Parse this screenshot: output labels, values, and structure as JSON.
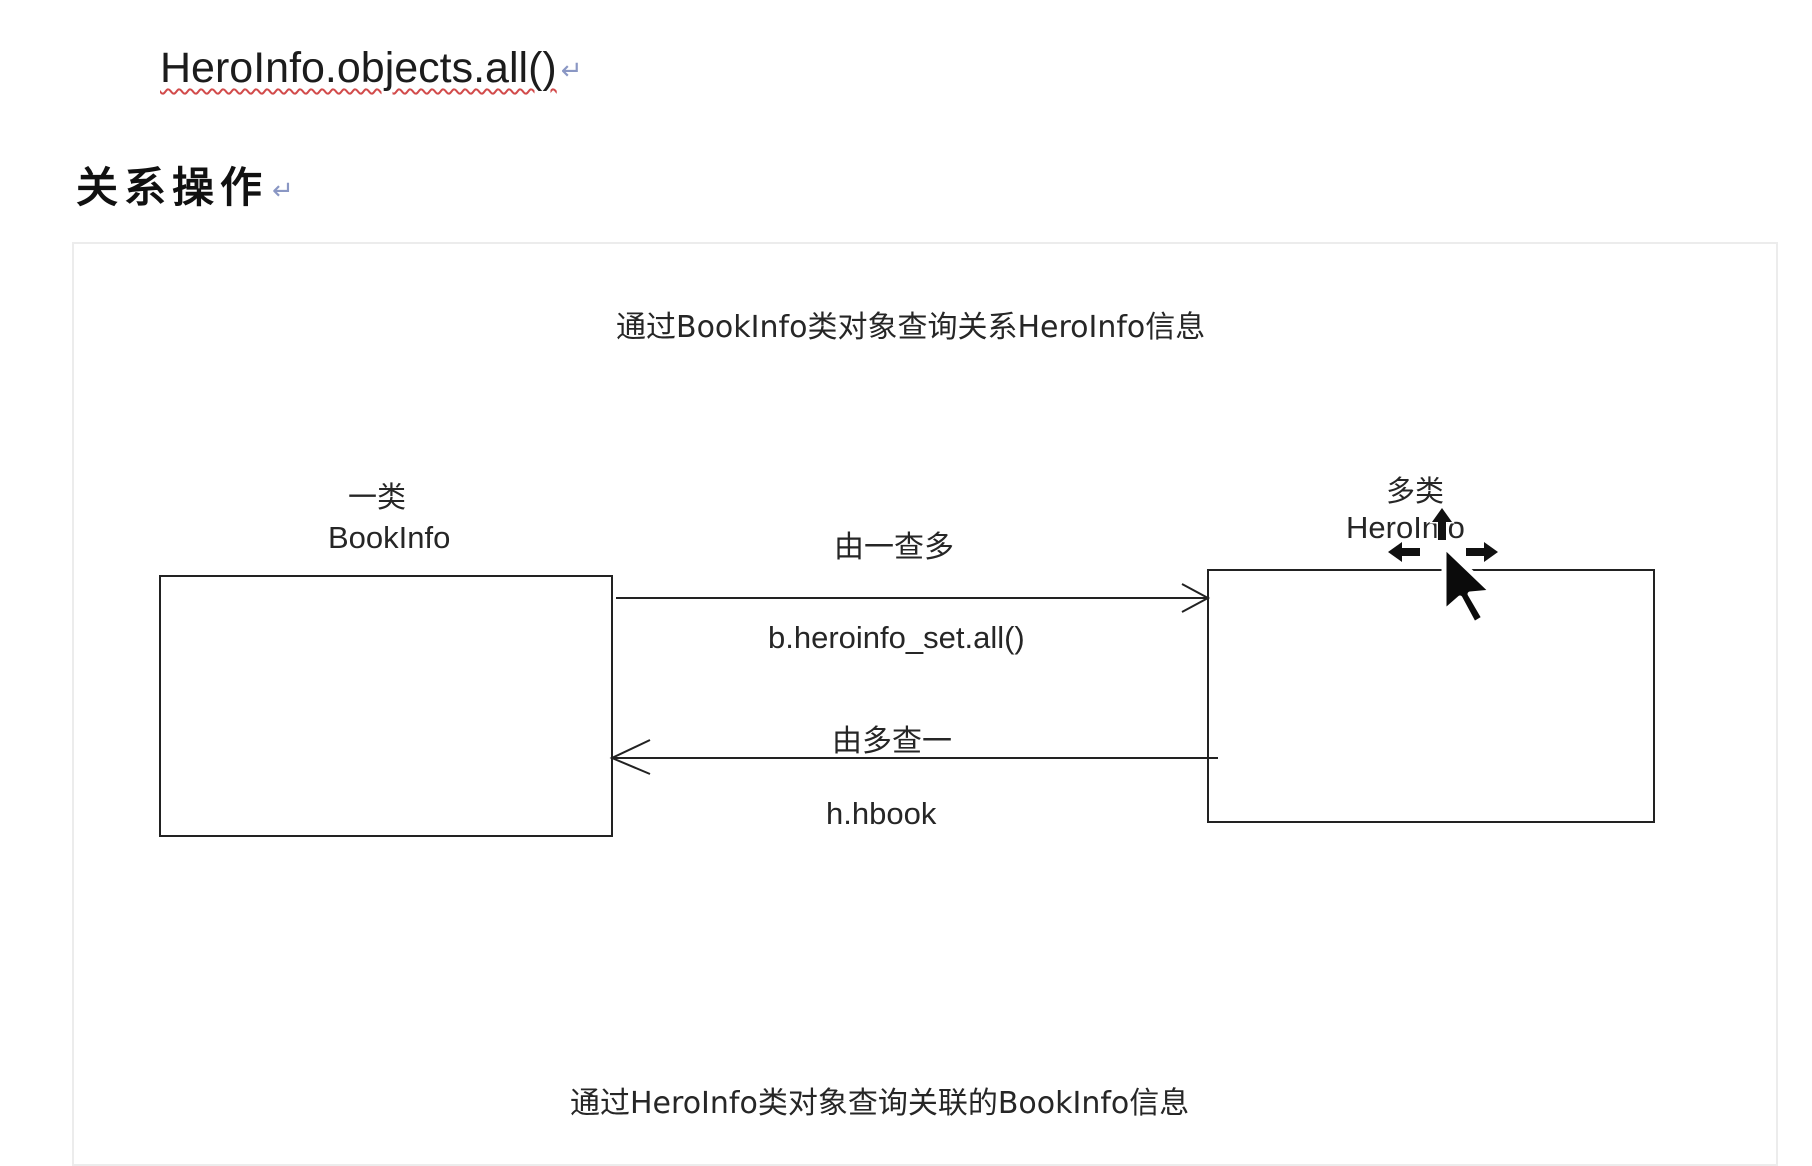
{
  "code_line": {
    "text": "HeroInfo.objects.all()",
    "mark": "↵"
  },
  "heading": {
    "text": "关系操作",
    "mark": "↵"
  },
  "diagram": {
    "caption_top": "通过BookInfo类对象查询关系HeroInfo信息",
    "caption_bottom": "通过HeroInfo类对象查询关联的BookInfo信息",
    "left_box": {
      "category": "一类",
      "name": "BookInfo"
    },
    "right_box": {
      "category": "多类",
      "name": "HeroInfo"
    },
    "forward": {
      "label": "由一查多",
      "code": "b.heroinfo_set.all()"
    },
    "backward": {
      "label": "由多查一",
      "code": "h.hbook"
    }
  },
  "icons": [
    "move-cursor-icon",
    "arrow-pointer-icon"
  ]
}
